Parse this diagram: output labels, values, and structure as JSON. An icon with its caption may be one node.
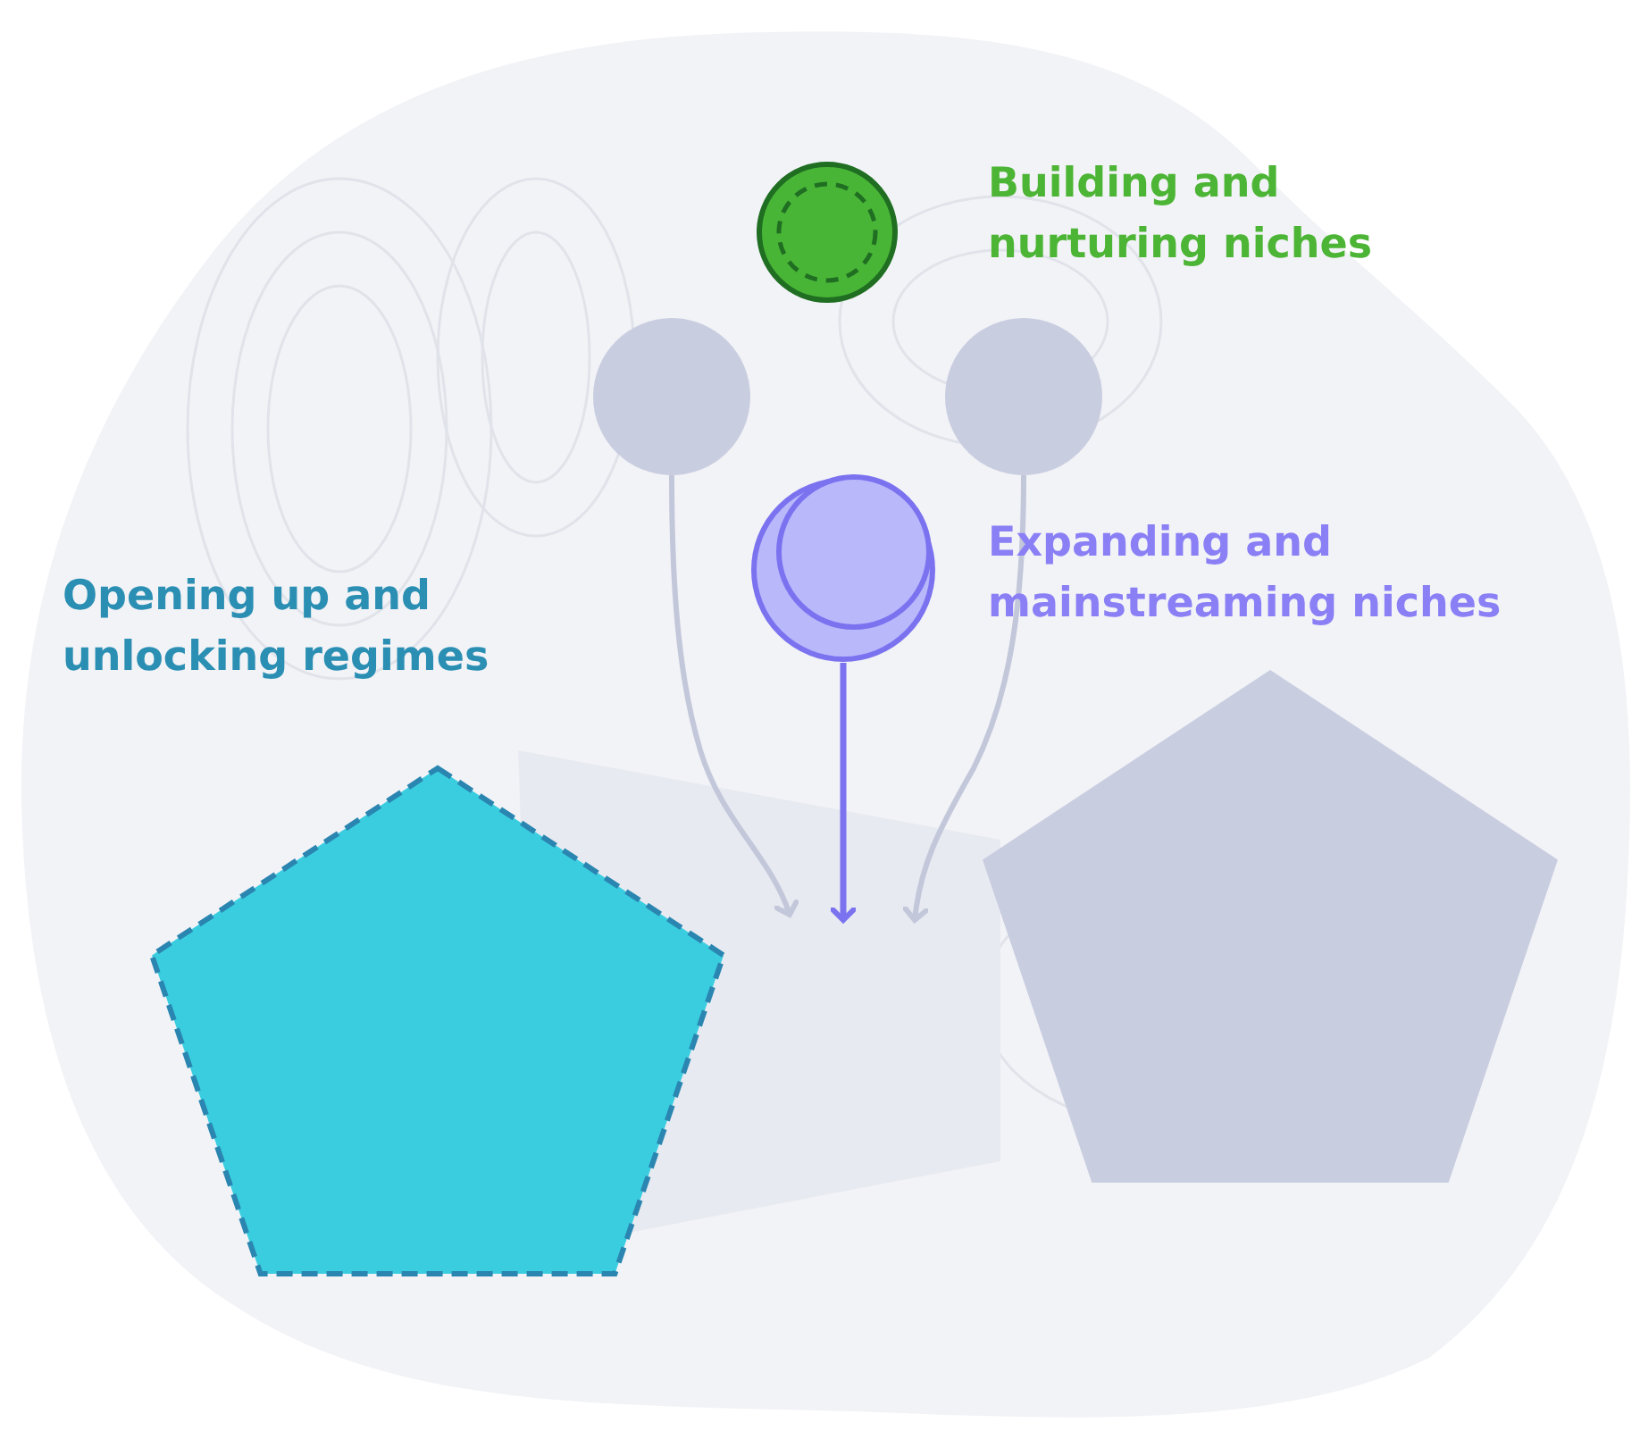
{
  "diagram": {
    "nodes": [
      {
        "text": [],
        "shape": "circle"
      },
      {
        "text": [],
        "shape": "circle"
      },
      {
        "text": [],
        "shape": "circle"
      },
      {
        "text": [],
        "shape": "circle"
      },
      {
        "text": [],
        "shape": "pentagon"
      },
      {
        "text": [],
        "shape": "pentagon"
      }
    ],
    "edges": [
      {
        "from": 1,
        "to": null,
        "arrow": "to"
      },
      {
        "from": 3,
        "to": null,
        "arrow": "to",
        "color": "#7b72f0"
      },
      {
        "from": 2,
        "to": null,
        "arrow": "to"
      }
    ],
    "labels": [
      "Building and nurturing niches",
      "Expanding and mainstreaming niches",
      "Opening up and unlocking regimes"
    ]
  }
}
